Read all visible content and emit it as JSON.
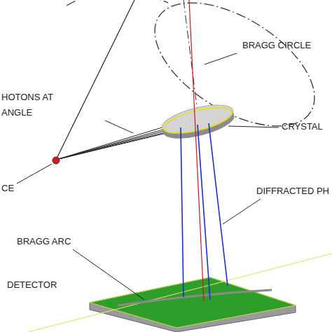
{
  "diagram": {
    "labels": [
      "BRAGG CIRCLE",
      "HOTONS AT ANGLE",
      "CRYSTAL",
      "CE",
      "DIFFRACTED PH",
      "BRAGG ARC",
      "DETECTOR"
    ]
  }
}
